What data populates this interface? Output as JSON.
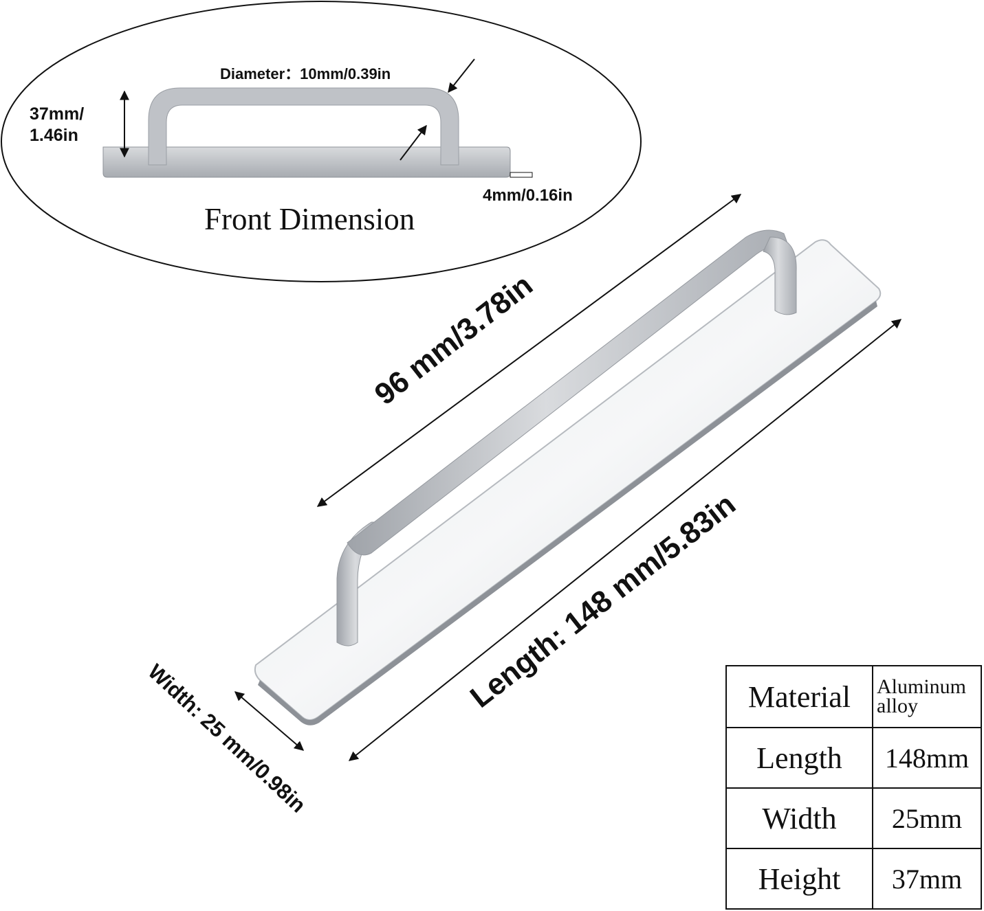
{
  "front": {
    "title": "Front Dimension",
    "diameter": "Diameter：10mm/0.39in",
    "height_line1": "37mm/",
    "height_line2": "1.46in",
    "thickness": "4mm/0.16in"
  },
  "main": {
    "hole_distance": "96 mm/3.78in",
    "length": "Length: 148 mm/5.83in",
    "width": "Width: 25 mm/0.98in"
  },
  "specs": [
    {
      "key": "Material",
      "value": "Aluminum alloy"
    },
    {
      "key": "Length",
      "value": "148mm"
    },
    {
      "key": "Width",
      "value": "25mm"
    },
    {
      "key": "Height",
      "value": "37mm"
    }
  ],
  "colors": {
    "metal": "#c9ccd1",
    "metal_dark": "#9ea2a8",
    "ink": "#111111"
  }
}
